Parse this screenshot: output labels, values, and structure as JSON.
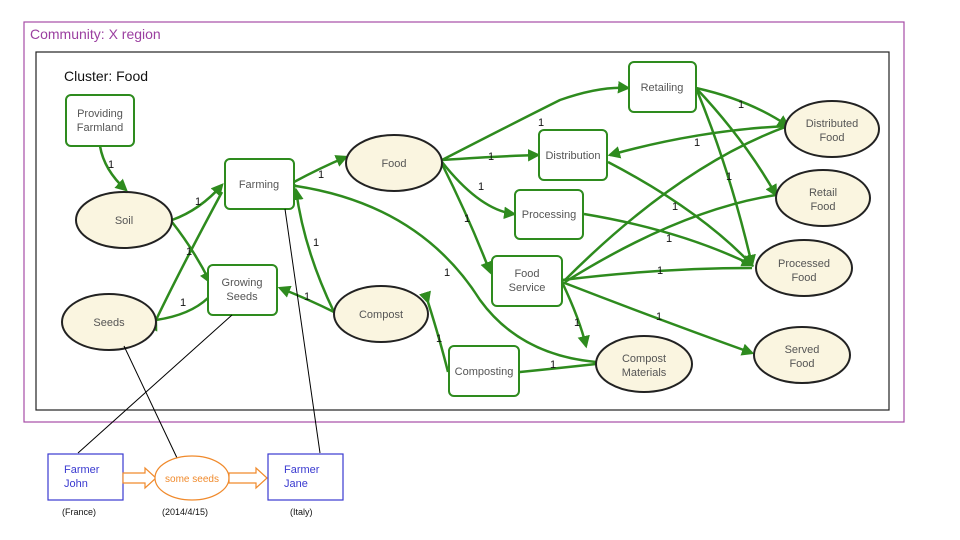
{
  "community": {
    "label": "Community: X region"
  },
  "cluster": {
    "label": "Cluster: Food"
  },
  "processes": [
    {
      "id": "providing-farmland",
      "lines": [
        "Providing",
        "Farmland"
      ]
    },
    {
      "id": "farming",
      "lines": [
        "Farming"
      ]
    },
    {
      "id": "growing-seeds",
      "lines": [
        "Growing",
        "Seeds"
      ]
    },
    {
      "id": "retailing",
      "lines": [
        "Retailing"
      ]
    },
    {
      "id": "distribution",
      "lines": [
        "Distribution"
      ]
    },
    {
      "id": "processing",
      "lines": [
        "Processing"
      ]
    },
    {
      "id": "food-service",
      "lines": [
        "Food",
        "Service"
      ]
    },
    {
      "id": "composting",
      "lines": [
        "Composting"
      ]
    }
  ],
  "resources": [
    {
      "id": "soil",
      "lines": [
        "Soil"
      ]
    },
    {
      "id": "seeds",
      "lines": [
        "Seeds"
      ]
    },
    {
      "id": "food",
      "lines": [
        "Food"
      ]
    },
    {
      "id": "compost",
      "lines": [
        "Compost"
      ]
    },
    {
      "id": "distributed-food",
      "lines": [
        "Distributed",
        "Food"
      ]
    },
    {
      "id": "retail-food",
      "lines": [
        "Retail",
        "Food"
      ]
    },
    {
      "id": "processed-food",
      "lines": [
        "Processed",
        "Food"
      ]
    },
    {
      "id": "served-food",
      "lines": [
        "Served",
        "Food"
      ]
    },
    {
      "id": "compost-materials",
      "lines": [
        "Compost",
        "Materials"
      ]
    }
  ],
  "flow_label": "1",
  "agents": [
    {
      "id": "farmer-john",
      "lines": [
        "Farmer",
        "John"
      ],
      "location": "(France)"
    },
    {
      "id": "farmer-jane",
      "lines": [
        "Farmer",
        "Jane"
      ],
      "location": "(Italy)"
    }
  ],
  "transfer": {
    "label": "some seeds",
    "date": "(2014/4/15)"
  },
  "colors": {
    "community_border": "#a64ca6",
    "community_text": "#9b3fa0",
    "flow_green": "#2e8b1e",
    "resource_fill": "#faf5e0",
    "agent_blue": "#3a3ad0",
    "transfer_orange": "#f08a2c"
  }
}
